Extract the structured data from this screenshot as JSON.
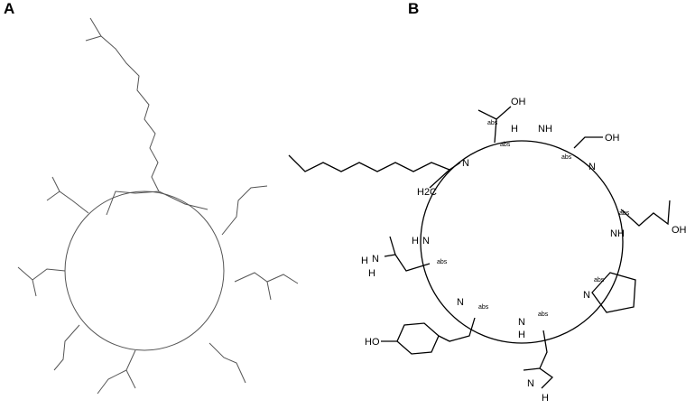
{
  "panels": [
    {
      "label": "A"
    },
    {
      "label": "B"
    }
  ],
  "structure_b": {
    "atoms": {
      "oh_top": "OH",
      "oh_serine": "OH",
      "oh_glu": "OH",
      "ho_tyr": "HO",
      "h_top": "H",
      "h2c": "H2C",
      "n_amide_left": "N",
      "h_amide_left": "H",
      "nh_1": "NH",
      "h_n1": "H",
      "n_1": "N",
      "n_2": "N",
      "h_n2": "H",
      "nh_right": "NH",
      "n_pro": "N",
      "n_3": "N",
      "h_n3": "H",
      "n_4": "N",
      "h_n4": "H",
      "n_bottom": "N",
      "h_bottom": "H",
      "h_n5": "H",
      "n_5": "N"
    },
    "stereo_tag": "abs"
  }
}
